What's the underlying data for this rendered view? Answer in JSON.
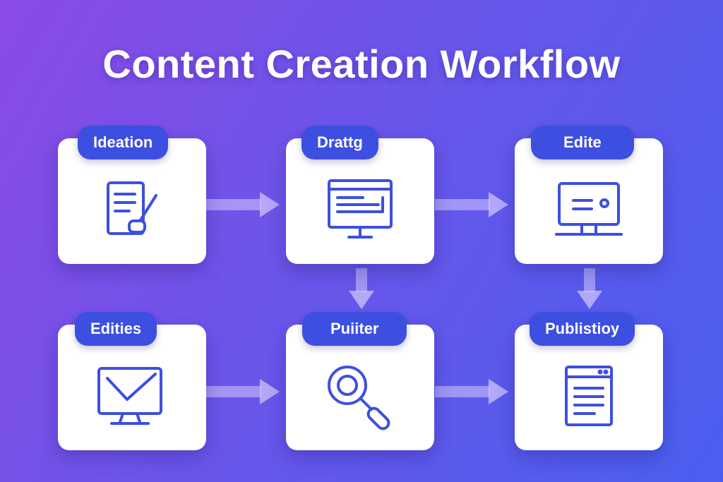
{
  "title": "Content Creation Workflow",
  "steps": [
    {
      "label": "Ideation",
      "icon": "document-pen-icon"
    },
    {
      "label": "Drattg",
      "icon": "monitor-document-icon"
    },
    {
      "label": "Edite",
      "icon": "monitor-icon"
    },
    {
      "label": "Edities",
      "icon": "monitor-check-icon"
    },
    {
      "label": "Puiiter",
      "icon": "magnifier-icon"
    },
    {
      "label": "Publistioy",
      "icon": "document-window-icon"
    }
  ],
  "colors": {
    "accent": "#3d4fe0",
    "background_start": "#8b4be6",
    "background_end": "#4a5ff0",
    "card": "#ffffff"
  }
}
